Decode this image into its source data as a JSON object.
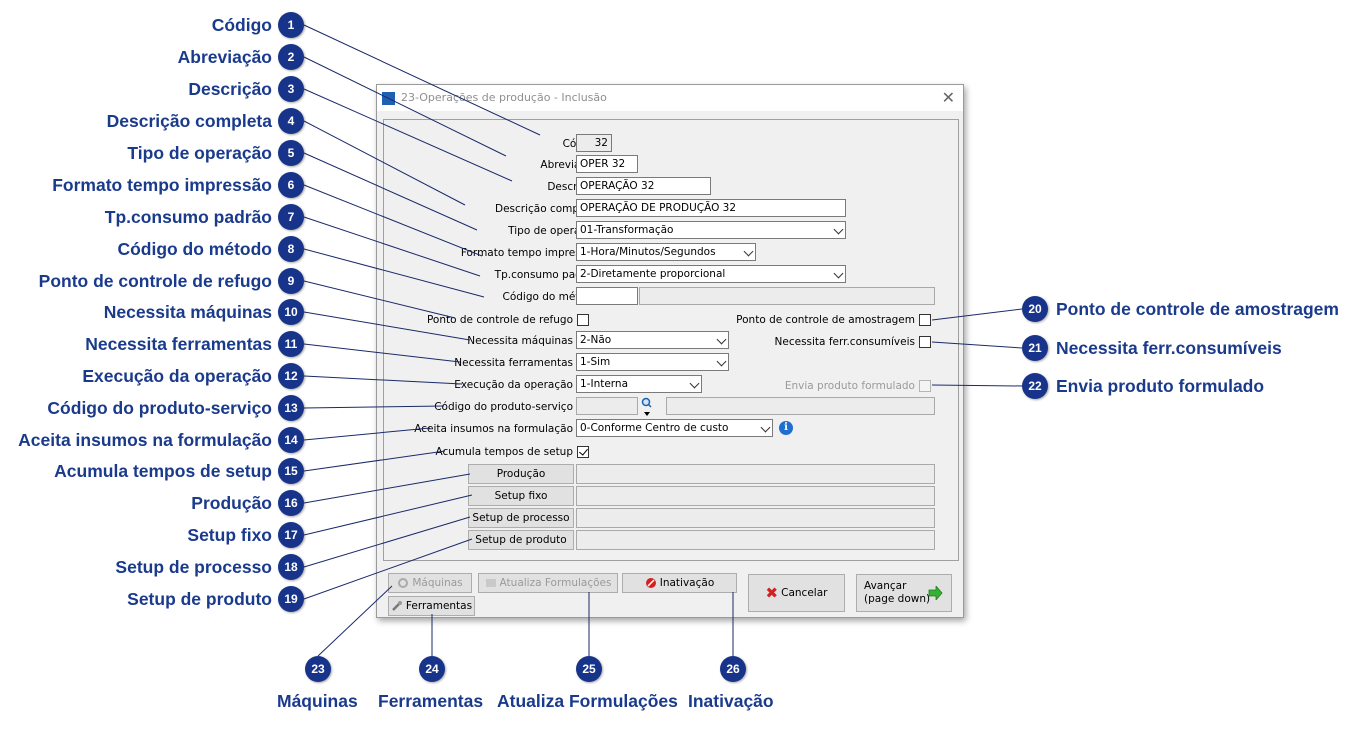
{
  "window": {
    "title": "23-Operações de produção - Inclusão"
  },
  "form": {
    "codigo": {
      "label": "Código",
      "value": "32"
    },
    "abreviacao": {
      "label": "Abreviação",
      "value": "OPER 32"
    },
    "descricao": {
      "label": "Descrição",
      "value": "OPERAÇÃO 32"
    },
    "descricao_completa": {
      "label": "Descrição completa",
      "value": "OPERAÇÃO DE PRODUÇÃO 32"
    },
    "tipo_operacao": {
      "label": "Tipo de operação",
      "value": "01-Transformação"
    },
    "formato_tempo": {
      "label": "Formato tempo impressão",
      "value": "1-Hora/Minutos/Segundos"
    },
    "tp_consumo": {
      "label": "Tp.consumo padrão",
      "value": "2-Diretamente proporcional"
    },
    "codigo_metodo": {
      "label": "Código do método",
      "value": ""
    },
    "ponto_refugo": {
      "label": "Ponto de controle de refugo",
      "checked": false
    },
    "ponto_amostragem": {
      "label": "Ponto de controle de amostragem",
      "checked": false
    },
    "necessita_maquinas": {
      "label": "Necessita máquinas",
      "value": "2-Não"
    },
    "necessita_ferr_consumiveis": {
      "label": "Necessita ferr.consumíveis",
      "checked": false
    },
    "necessita_ferramentas": {
      "label": "Necessita ferramentas",
      "value": "1-Sim"
    },
    "execucao": {
      "label": "Execução da operação",
      "value": "1-Interna"
    },
    "envia_produto": {
      "label": "Envia produto formulado",
      "checked": false
    },
    "codigo_produto": {
      "label": "Código do produto-serviço",
      "value": ""
    },
    "aceita_insumos": {
      "label": "Aceita insumos na formulação",
      "value": "0-Conforme Centro de custo"
    },
    "acumula_setup": {
      "label": "Acumula tempos de setup",
      "checked": true
    }
  },
  "buttons": {
    "producao": "Produção",
    "setup_fixo": "Setup fixo",
    "setup_processo": "Setup de processo",
    "setup_produto": "Setup de produto",
    "maquinas": "Máquinas",
    "atualiza": "Atualiza Formulações",
    "inativacao": "Inativação",
    "ferramentas": "Ferramentas",
    "cancelar": "Cancelar",
    "avancar_1": "Avançar",
    "avancar_2": "(page down)"
  },
  "callouts": [
    {
      "n": "1",
      "text": "Código"
    },
    {
      "n": "2",
      "text": "Abreviação"
    },
    {
      "n": "3",
      "text": "Descrição"
    },
    {
      "n": "4",
      "text": "Descrição completa"
    },
    {
      "n": "5",
      "text": "Tipo de operação"
    },
    {
      "n": "6",
      "text": "Formato tempo impressão"
    },
    {
      "n": "7",
      "text": "Tp.consumo padrão"
    },
    {
      "n": "8",
      "text": "Código do método"
    },
    {
      "n": "9",
      "text": "Ponto de controle de refugo"
    },
    {
      "n": "10",
      "text": "Necessita máquinas"
    },
    {
      "n": "11",
      "text": "Necessita ferramentas"
    },
    {
      "n": "12",
      "text": "Execução da operação"
    },
    {
      "n": "13",
      "text": "Código do produto-serviço"
    },
    {
      "n": "14",
      "text": "Aceita insumos na formulação"
    },
    {
      "n": "15",
      "text": "Acumula tempos de setup"
    },
    {
      "n": "16",
      "text": "Produção"
    },
    {
      "n": "17",
      "text": "Setup fixo"
    },
    {
      "n": "18",
      "text": "Setup de processo"
    },
    {
      "n": "19",
      "text": "Setup de produto"
    },
    {
      "n": "20",
      "text": "Ponto de controle de amostragem"
    },
    {
      "n": "21",
      "text": "Necessita ferr.consumíveis"
    },
    {
      "n": "22",
      "text": "Envia produto formulado"
    },
    {
      "n": "23",
      "text": "Máquinas"
    },
    {
      "n": "24",
      "text": "Ferramentas"
    },
    {
      "n": "25",
      "text": "Atualiza Formulações"
    },
    {
      "n": "26",
      "text": "Inativação"
    }
  ],
  "icons": {
    "window": "app-icon",
    "close": "close-icon",
    "info": "info-icon",
    "search": "magnifier-icon",
    "cancel": "red-x-icon",
    "next": "green-arrow-icon",
    "maquinas": "machine-icon",
    "atualiza": "refresh-icon",
    "inativacao": "disable-icon",
    "ferramentas": "wrench-icon"
  },
  "colors": {
    "callout_badge": "#17348a",
    "callout_text": "#1a3a8c",
    "dialog_bg": "#f0f0f0"
  }
}
